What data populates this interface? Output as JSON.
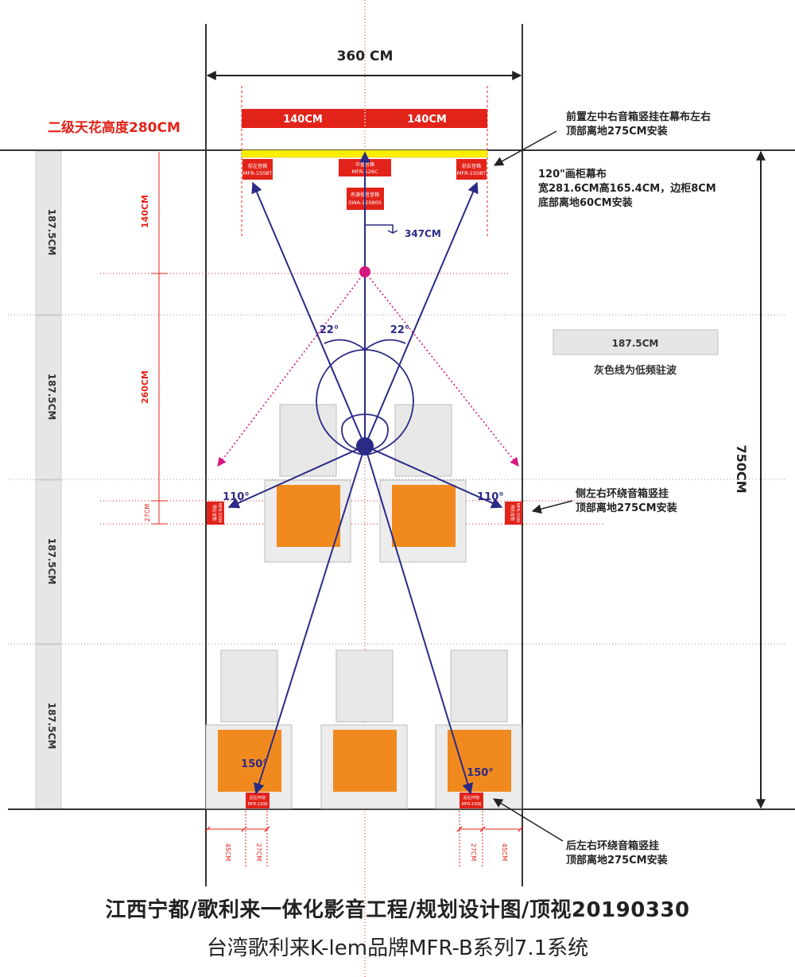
{
  "dimensions": {
    "total_width": "360 CM",
    "left_half": "140CM",
    "right_half": "140CM",
    "room_length": "750CM",
    "screen_distance": "347CM",
    "front_gap": "140CM",
    "mid_gap": "260CM",
    "side_offset": "27CM",
    "rear_outer": "45CM",
    "rear_inner": "27CM",
    "legend_box": "187.5CM",
    "left_segments": [
      "187.5CM",
      "187.5CM",
      "187.5CM",
      "187.5CM"
    ]
  },
  "angles": {
    "front_left": "22°",
    "front_right": "22°",
    "side_left": "110°",
    "side_right": "110°",
    "rear_left": "150°",
    "rear_right": "150°"
  },
  "labels": {
    "ceiling_height": "二级天花高度280CM",
    "front_note_1": "前置左中右音箱竖挂在幕布左右",
    "front_note_2": "顶部离地275CM安装",
    "screen_note_1": "120\"画柜幕布",
    "screen_note_2": "宽281.6CM高165.4CM，边柜8CM",
    "screen_note_3": "底部离地60CM安装",
    "legend_text": "灰色线为低频驻波",
    "side_note_1": "侧左右环绕音箱竖挂",
    "side_note_2": "顶部离地275CM安装",
    "rear_note_1": "后左右环绕音箱竖挂",
    "rear_note_2": "顶部离地275CM安装"
  },
  "speakers": {
    "front_left_name": "前左音箱",
    "front_left_model": "MFR-1508T",
    "center_name": "中置音箱",
    "center_model": "MFR-526C",
    "front_right_name": "前右音箱",
    "front_right_model": "MFR-1508T",
    "sub_name": "有源低音音箱",
    "sub_model": "SWA-12S800",
    "side_left_name": "侧左音箱",
    "side_left_model": "MFR-1506",
    "side_right_name": "侧右音箱",
    "side_right_model": "MFR-1506",
    "rear_left_name": "后左环绕",
    "rear_left_model": "MFR-1506",
    "rear_right_name": "后右环绕",
    "rear_right_model": "MFR-1506"
  },
  "titles": {
    "main": "江西宁都/歌利来一体化影音工程/规划设计图/顶视20190330",
    "sub": "台湾歌利来K-lem品牌MFR-B系列7.1系统"
  },
  "colors": {
    "red": "#e2231a",
    "navy": "#2b2a86",
    "magenta": "#d6177f",
    "orange": "#f08a1e",
    "yellow": "#ffee00",
    "gray": "#e6e6e6"
  }
}
